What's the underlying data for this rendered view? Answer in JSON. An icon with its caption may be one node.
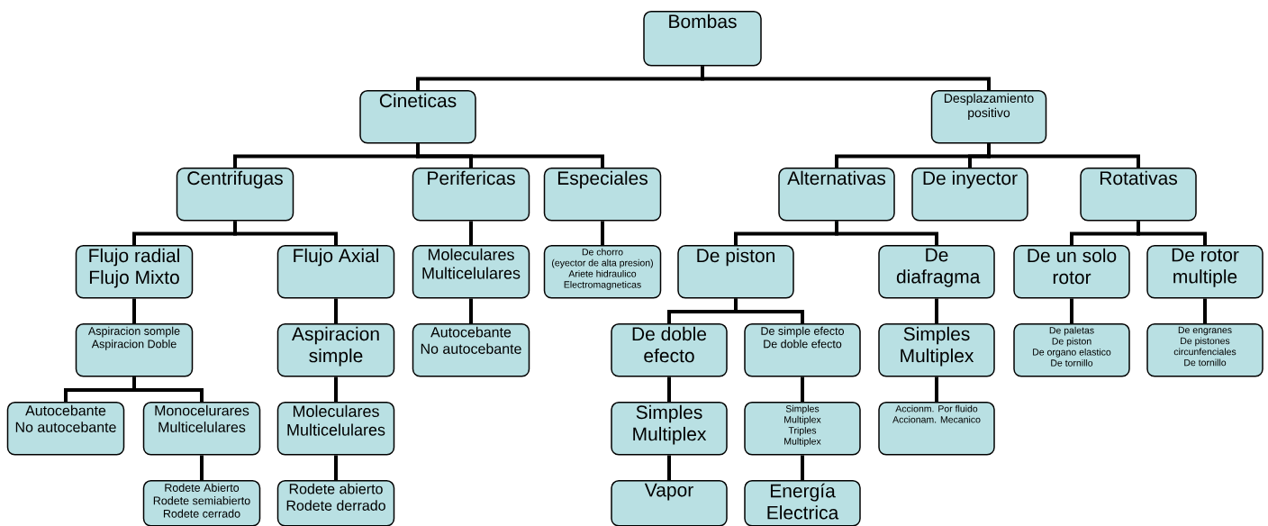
{
  "diagram": {
    "nodes": [
      {
        "text": [
          "Bombas"
        ]
      },
      {
        "text": [
          "Cineticas"
        ]
      },
      {
        "text": [
          "Centrifugas"
        ]
      },
      {
        "text": [
          "Flujo radial",
          "Flujo Mixto"
        ]
      },
      {
        "text": [
          "Aspiracion somple",
          "Aspiracion Doble"
        ]
      },
      {
        "text": [
          "Autocebante",
          "No autocebante"
        ]
      },
      {
        "text": [
          "Monocelurares",
          "Multicelulares"
        ]
      },
      {
        "text": [
          "Rodete Abierto",
          "Rodete semiabierto",
          "Rodete cerrado"
        ]
      },
      {
        "text": [
          "Flujo Axial"
        ]
      },
      {
        "text": [
          "Aspiracion simple"
        ]
      },
      {
        "text": [
          "Moleculares",
          "Multicelulares"
        ]
      },
      {
        "text": [
          "Rodete abierto",
          "Rodete derrado"
        ]
      },
      {
        "text": [
          "Perifericas"
        ]
      },
      {
        "text": [
          "Moleculares",
          "Multicelulares"
        ]
      },
      {
        "text": [
          "Autocebante",
          "No autocebante"
        ]
      },
      {
        "text": [
          "Especiales"
        ]
      },
      {
        "text": [
          "De chorro",
          "(eyector de alta presion)",
          "Ariete hidraulico",
          "Electromagneticas"
        ]
      },
      {
        "text": [
          "Desplazamiento positivo"
        ]
      },
      {
        "text": [
          "Alternativas"
        ]
      },
      {
        "text": [
          "De piston"
        ]
      },
      {
        "text": [
          "De doble efecto"
        ]
      },
      {
        "text": [
          "Simples",
          "Multiplex"
        ]
      },
      {
        "text": [
          "Vapor"
        ]
      },
      {
        "text": [
          "De simple efecto",
          "De doble efecto"
        ]
      },
      {
        "text": [
          "Simples",
          "Multiplex",
          "Triples",
          "Multiplex"
        ]
      },
      {
        "text": [
          "Energía Electrica"
        ]
      },
      {
        "text": [
          "De diafragma"
        ]
      },
      {
        "text": [
          "Simples",
          "Multiplex"
        ]
      },
      {
        "text": [
          "Accionm. Por fluido",
          "Accionam. Mecanico"
        ]
      },
      {
        "text": [
          "De inyector"
        ]
      },
      {
        "text": [
          "Rotativas"
        ]
      },
      {
        "text": [
          "De un solo rotor"
        ]
      },
      {
        "text": [
          "De paletas",
          "De piston",
          "De organo elastico",
          "De tornillo"
        ]
      },
      {
        "text": [
          "De rotor multiple"
        ]
      },
      {
        "text": [
          "De engranes",
          "De pistones circunfenciales",
          "De tornillo"
        ]
      }
    ],
    "edges": [
      {
        "from": 0,
        "to": 1,
        "arrow": "none"
      },
      {
        "from": 0,
        "to": 17,
        "arrow": "none"
      },
      {
        "from": 1,
        "to": 2,
        "arrow": "none"
      },
      {
        "from": 1,
        "to": 12,
        "arrow": "none"
      },
      {
        "from": 1,
        "to": 15,
        "arrow": "none"
      },
      {
        "from": 2,
        "to": 3,
        "arrow": "none"
      },
      {
        "from": 2,
        "to": 8,
        "arrow": "none"
      },
      {
        "from": 3,
        "to": 4,
        "arrow": "none"
      },
      {
        "from": 4,
        "to": 5,
        "arrow": "none"
      },
      {
        "from": 4,
        "to": 6,
        "arrow": "none"
      },
      {
        "from": 6,
        "to": 7,
        "arrow": "none"
      },
      {
        "from": 8,
        "to": 9,
        "arrow": "none"
      },
      {
        "from": 9,
        "to": 10,
        "arrow": "none"
      },
      {
        "from": 10,
        "to": 11,
        "arrow": "none"
      },
      {
        "from": 12,
        "to": 13,
        "arrow": "none"
      },
      {
        "from": 13,
        "to": 14,
        "arrow": "none"
      },
      {
        "from": 15,
        "to": 16,
        "arrow": "none"
      },
      {
        "from": 17,
        "to": 18,
        "arrow": "none"
      },
      {
        "from": 17,
        "to": 29,
        "arrow": "none"
      },
      {
        "from": 17,
        "to": 30,
        "arrow": "none"
      },
      {
        "from": 18,
        "to": 19,
        "arrow": "none"
      },
      {
        "from": 18,
        "to": 26,
        "arrow": "none"
      },
      {
        "from": 19,
        "to": 20,
        "arrow": "none"
      },
      {
        "from": 19,
        "to": 23,
        "arrow": "none"
      },
      {
        "from": 20,
        "to": 21,
        "arrow": "none"
      },
      {
        "from": 21,
        "to": 22,
        "arrow": "none"
      },
      {
        "from": 23,
        "to": 24,
        "arrow": "none"
      },
      {
        "from": 24,
        "to": 25,
        "arrow": "none"
      },
      {
        "from": 26,
        "to": 27,
        "arrow": "none"
      },
      {
        "from": 27,
        "to": 28,
        "arrow": "none"
      },
      {
        "from": 30,
        "to": 31,
        "arrow": "none"
      },
      {
        "from": 30,
        "to": 33,
        "arrow": "none"
      },
      {
        "from": 31,
        "to": 32,
        "arrow": "none"
      },
      {
        "from": 33,
        "to": 34,
        "arrow": "none"
      }
    ]
  }
}
